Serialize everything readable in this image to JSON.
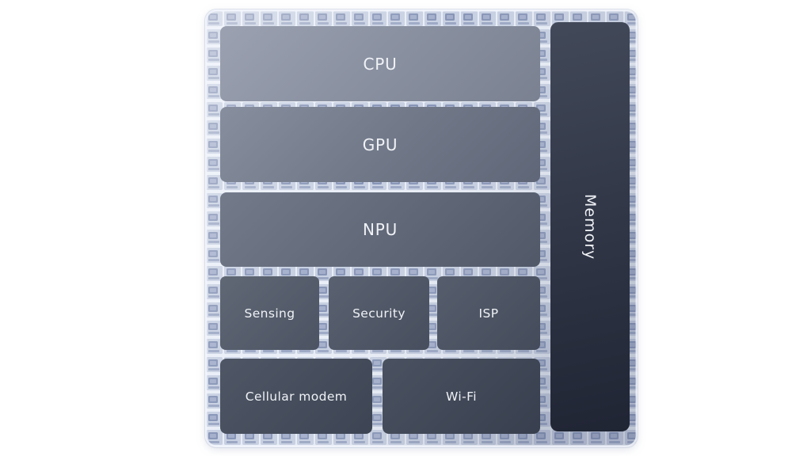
{
  "diagram": {
    "kind": "soc-chip-block-diagram",
    "blocks": [
      {
        "id": "cpu",
        "label": "CPU"
      },
      {
        "id": "gpu",
        "label": "GPU"
      },
      {
        "id": "npu",
        "label": "NPU"
      },
      {
        "id": "sensing",
        "label": "Sensing"
      },
      {
        "id": "security",
        "label": "Security"
      },
      {
        "id": "isp",
        "label": "ISP"
      },
      {
        "id": "cellular-modem",
        "label": "Cellular modem"
      },
      {
        "id": "wifi",
        "label": "Wi-Fi"
      },
      {
        "id": "memory",
        "label": "Memory",
        "text_orientation": "vertical"
      }
    ],
    "colors": {
      "page_background": "#ffffff",
      "chip_cell_background": "#c7d0e2",
      "chip_cell_grid": "#e9eef7",
      "chip_cell_glyph": "#8794b6",
      "block_text": "#f0f2f6",
      "block_light": "#9ba1b0",
      "block_dark": "#202534"
    }
  }
}
